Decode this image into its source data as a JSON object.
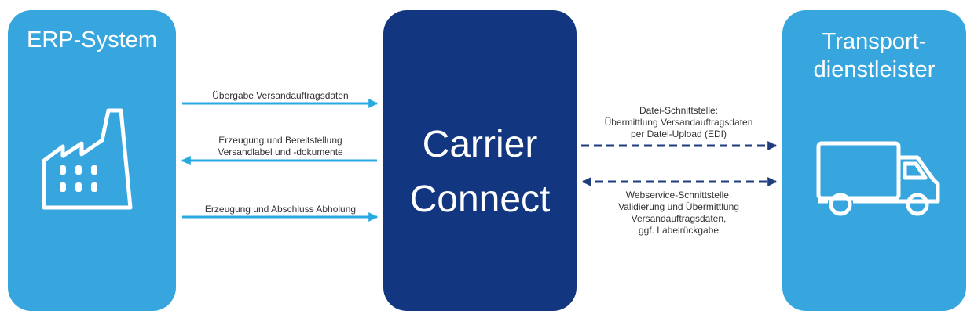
{
  "colors": {
    "light_box": "#37a6df",
    "dark_box": "#12367f",
    "solid_arrow": "#29a9e1",
    "dashed_arrow": "#1f3d7d"
  },
  "nodes": {
    "erp": {
      "title": "ERP-System",
      "icon": "factory-icon"
    },
    "carrier": {
      "title": "Carrier\nConnect"
    },
    "transport": {
      "title": "Transport-\ndienstleister",
      "icon": "truck-icon"
    }
  },
  "edges": {
    "handover": {
      "label": "Übergabe  Versandauftragsdaten",
      "direction": "erp-to-carrier",
      "style": "solid"
    },
    "labels": {
      "label": "Erzeugung  und Bereitstellung\nVersandlabel und  -dokumente",
      "direction": "carrier-to-erp",
      "style": "solid"
    },
    "pickup": {
      "label": "Erzeugung  und Abschluss Abholung",
      "direction": "erp-to-carrier",
      "style": "solid"
    },
    "file_interface": {
      "label": "Datei-Schnittstelle:\nÜbermittlung  Versandauftragsdaten\nper Datei-Upload  (EDI)",
      "direction": "carrier-to-transport",
      "style": "dashed"
    },
    "webservice": {
      "label": "Webservice-Schnittstelle:\nValidierung  und Übermittlung\nVersandauftragsdaten,\nggf.  Labelrückgabe",
      "direction": "bidirectional",
      "style": "dashed"
    }
  }
}
